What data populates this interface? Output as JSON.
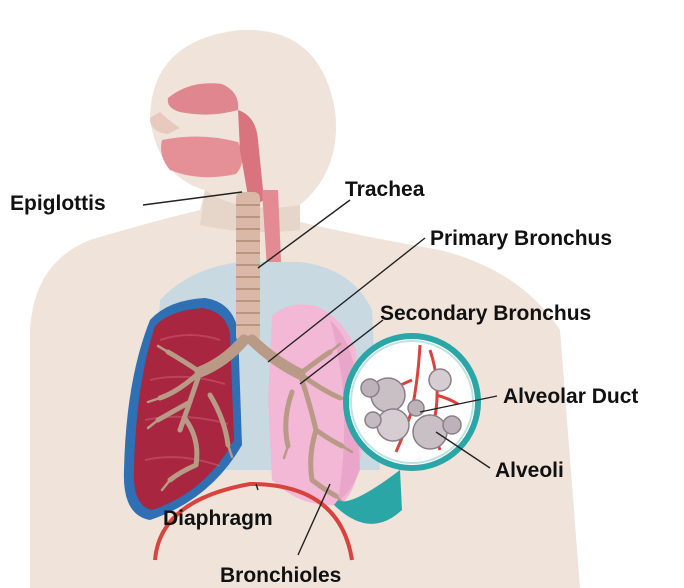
{
  "labels": {
    "epiglottis": "Epiglottis",
    "trachea": "Trachea",
    "primary_bronchus": "Primary Bronchus",
    "secondary_bronchus": "Secondary Bronchus",
    "alveolar_duct": "Alveolar Duct",
    "alveoli": "Alveoli",
    "diaphragm": "Diaphragm",
    "bronchioles": "Bronchioles"
  },
  "colors": {
    "skin": "#efe3da",
    "skin_shadow": "#e6d6ca",
    "chest_cavity": "#c9d9e2",
    "lung_left_fill": "#a8263f",
    "lung_left_edge": "#2f6fb3",
    "lung_right_fill": "#f2b8d6",
    "nasal": "#e0868f",
    "airway": "#d9b8a8",
    "bronchi": "#b89a86",
    "diaphragm_line": "#d9433d",
    "inset_ring": "#2aa6a6",
    "leader": "#222222"
  }
}
